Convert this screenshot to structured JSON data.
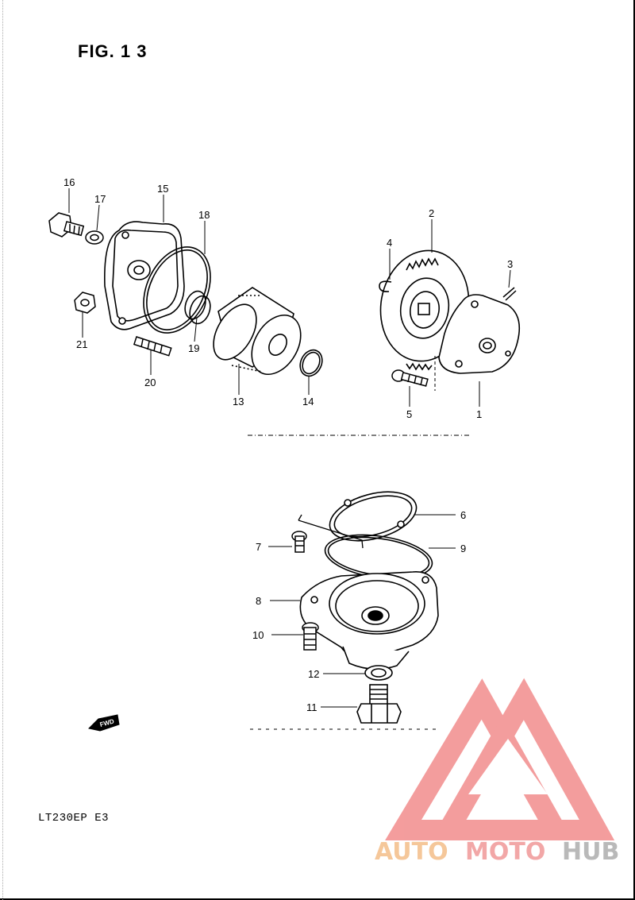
{
  "figure": {
    "title": "FIG. 1 3",
    "model_code": "LT230EP  E3"
  },
  "callouts": {
    "p1": "1",
    "p2": "2",
    "p3": "3",
    "p4": "4",
    "p5": "5",
    "p6": "6",
    "p7": "7",
    "p8": "8",
    "p9": "9",
    "p10": "10",
    "p11": "11",
    "p12": "12",
    "p13": "13",
    "p14": "14",
    "p15": "15",
    "p16": "16",
    "p17": "17",
    "p18": "18",
    "p19": "19",
    "p20": "20",
    "p21": "21"
  },
  "fwd_arrow": {
    "label": "FWD"
  },
  "watermark": {
    "text_auto": "AUTO",
    "text_moto": "MOTO",
    "text_hub": "HUB",
    "colors": {
      "auto": "#f5c79a",
      "moto": "#f2a7a7",
      "hub": "#b9b9b9",
      "logo": "#f28c8c"
    }
  }
}
